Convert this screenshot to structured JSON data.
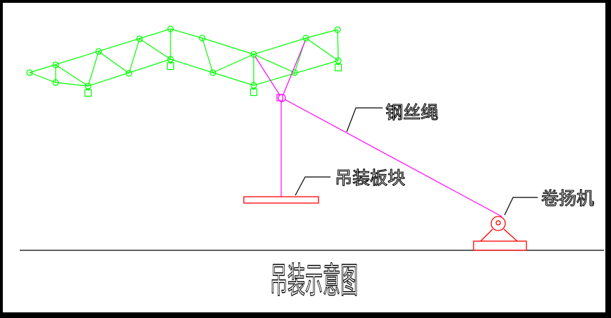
{
  "drawing": {
    "title": "吊装示意图",
    "labels": {
      "wire_rope": "钢丝绳",
      "lifting_panel": "吊装板块",
      "winch": "卷扬机"
    },
    "colors": {
      "truss": "#00ff00",
      "rope": "#ff00ff",
      "equipment": "#ff0000",
      "annotation": "#000000",
      "frame": "#000000",
      "background": "#ffffff"
    }
  }
}
